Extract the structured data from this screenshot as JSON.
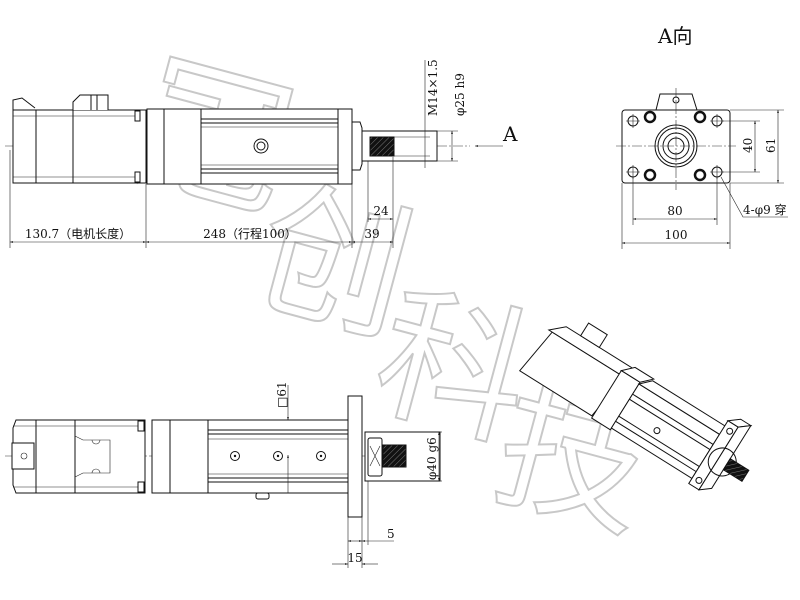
{
  "watermark": "冠创科技",
  "front_view": {
    "dim_motor_length": "130.7（电机长度）",
    "dim_body_length": "248（行程100）",
    "dim_shaft_length": "39",
    "dim_thread_length": "24",
    "dim_thread": "M14×1.5",
    "dim_shaft_dia": "φ25 h9",
    "view_arrow_label": "A"
  },
  "end_view": {
    "title": "A向",
    "dim_hole_vertical": "40",
    "dim_height": "61",
    "dim_hole_horizontal": "80",
    "dim_width": "100",
    "hole_note": "4-φ9 穿"
  },
  "bottom_view": {
    "dim_square": "□61",
    "dim_boss": "φ40 g6",
    "dim_boss_depth": "5",
    "dim_flange_thickness": "15"
  }
}
